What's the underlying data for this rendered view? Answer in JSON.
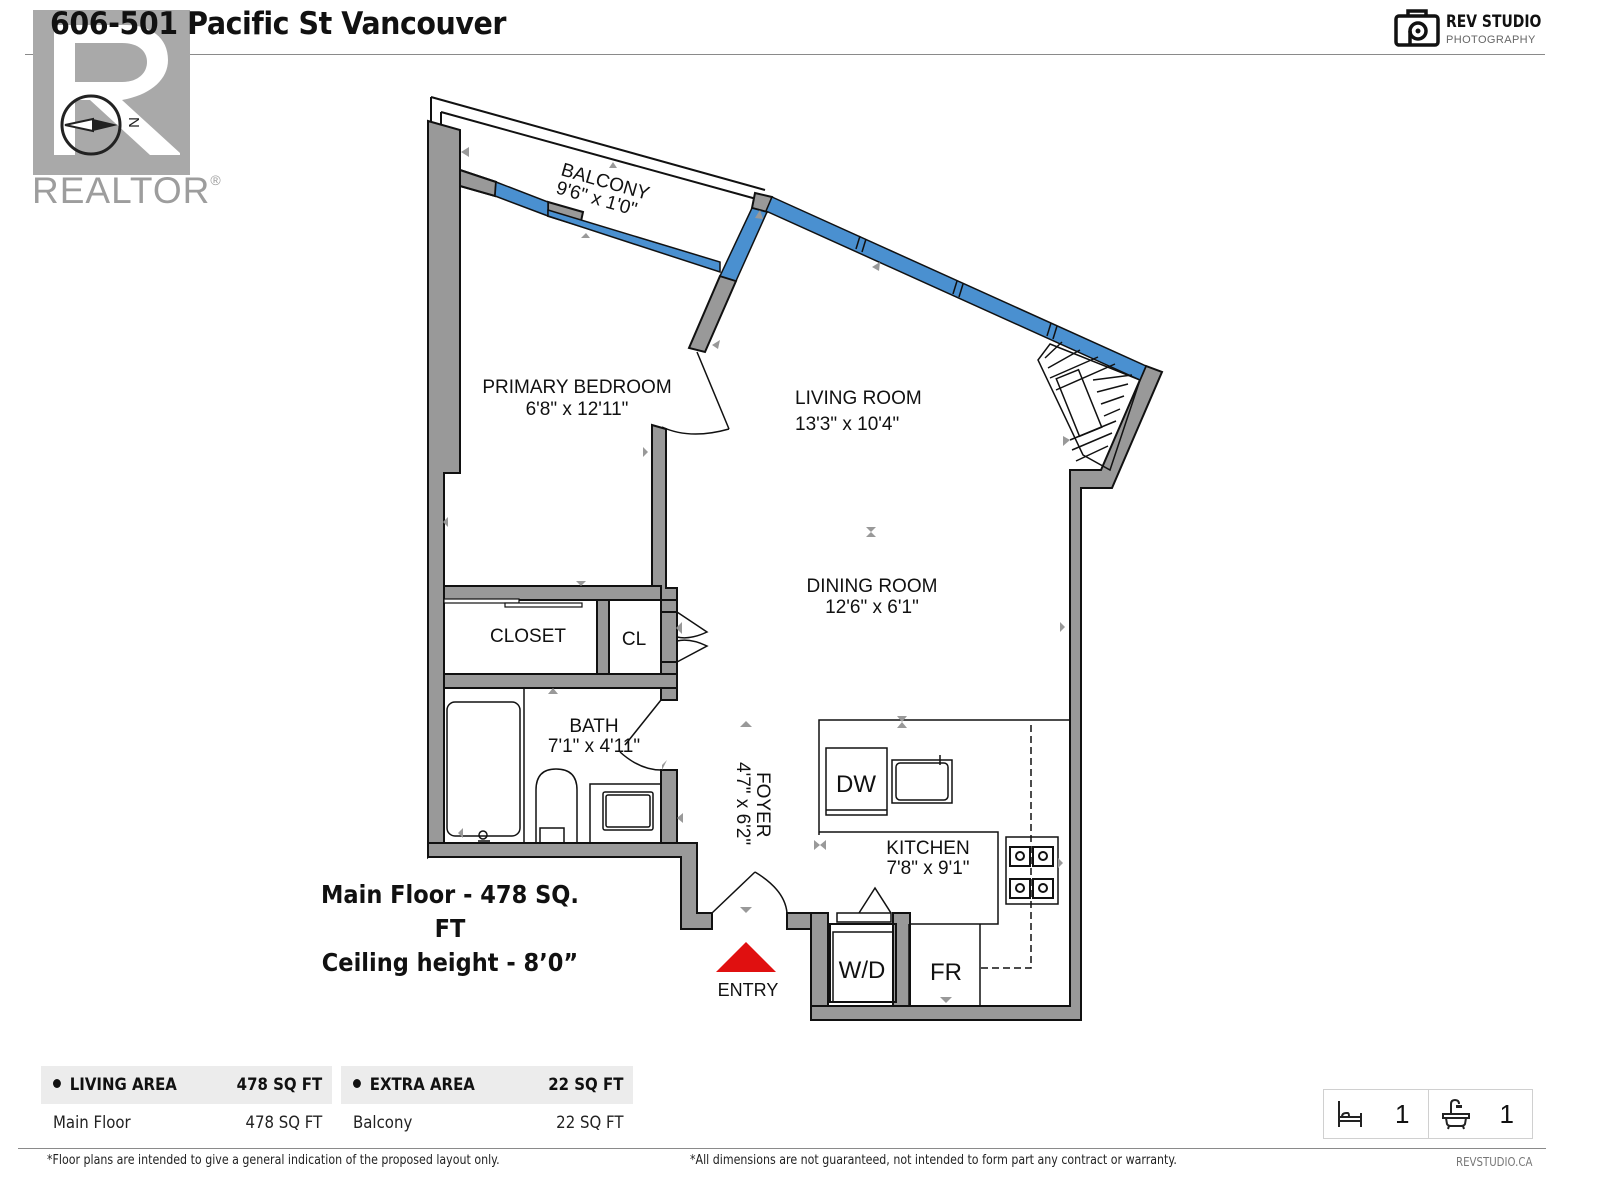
{
  "header": {
    "title": "606-501 Pacific St Vancouver",
    "watermark": {
      "brand": "REALTOR",
      "mark": "®"
    },
    "compass": {
      "label": "N",
      "icon": "compass-icon"
    },
    "logo": {
      "name": "REV STUDIO",
      "subtitle": "PHOTOGRAPHY",
      "icon": "camera-icon"
    }
  },
  "floor_plan": {
    "rooms": [
      {
        "name": "BALCONY",
        "dimensions": "9'6\" x 1'0\""
      },
      {
        "name": "PRIMARY BEDROOM",
        "dimensions": "6'8\" x 12'11\""
      },
      {
        "name": "LIVING ROOM",
        "dimensions": "13'3\" x 10'4\""
      },
      {
        "name": "DINING ROOM",
        "dimensions": "12'6\" x 6'1\""
      },
      {
        "name": "CLOSET",
        "dimensions": ""
      },
      {
        "name": "CL",
        "dimensions": ""
      },
      {
        "name": "BATH",
        "dimensions": "7'1\" x 4'11\""
      },
      {
        "name": "FOYER",
        "dimensions": "4'7\" x 6'2\""
      },
      {
        "name": "KITCHEN",
        "dimensions": "7'8\" x 9'1\""
      }
    ],
    "appliances": [
      {
        "label": "DW"
      },
      {
        "label": "W/D"
      },
      {
        "label": "FR"
      }
    ],
    "entry_label": "ENTRY",
    "summary": {
      "line1": "Main Floor - 478 SQ. FT",
      "line2": "Ceiling height - 8’0”"
    },
    "colors": {
      "wall": "#999999",
      "window": "#4a90d0",
      "entry_marker": "#e01010"
    }
  },
  "areas": {
    "living": {
      "label": "LIVING AREA",
      "total": "478 SQ FT",
      "rows": [
        {
          "name": "Main Floor",
          "value": "478 SQ FT"
        }
      ]
    },
    "extra": {
      "label": "EXTRA AREA",
      "total": "22 SQ FT",
      "rows": [
        {
          "name": "Balcony",
          "value": "22 SQ FT"
        }
      ]
    }
  },
  "room_counts": {
    "bedrooms": {
      "icon": "bed-icon",
      "count": "1"
    },
    "bathrooms": {
      "icon": "bathtub-icon",
      "count": "1"
    }
  },
  "footer": {
    "disclaimer_left": "*Floor plans are intended to give a general indication of the proposed layout only.",
    "disclaimer_right": "*All dimensions are not guaranteed, not intended to form part any contract or warranty.",
    "brand": "REVSTUDIO.CA"
  }
}
